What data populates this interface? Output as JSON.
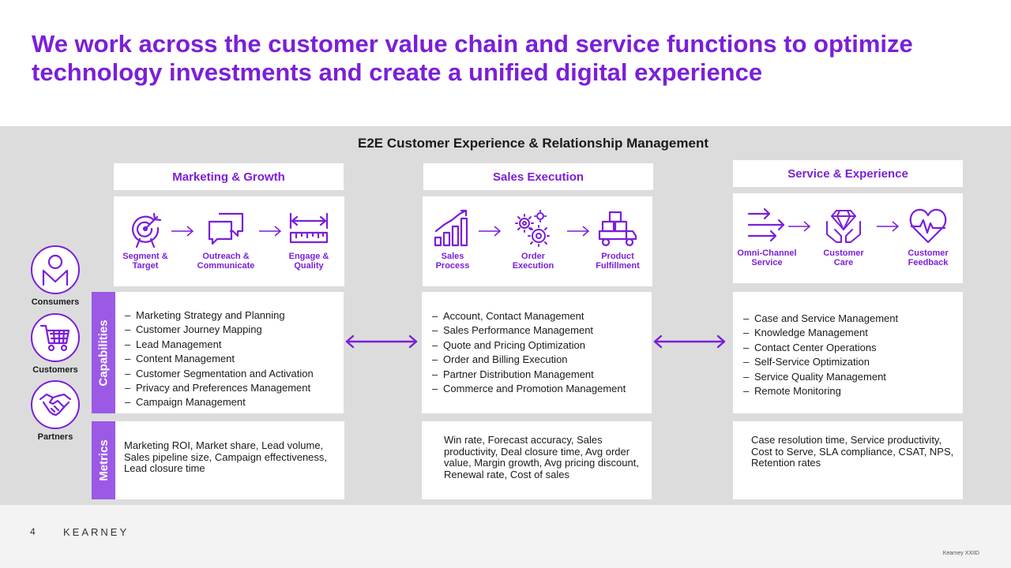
{
  "title": "We work across the customer value chain and service functions to optimize technology investments and create a unified digital experience",
  "band_title": "E2E Customer Experience & Relationship Management",
  "accent_color": "#7b1fd8",
  "label_color": "#9b59e6",
  "personas": [
    {
      "label": "Consumers",
      "icon": "consumer-person-icon"
    },
    {
      "label": "Customers",
      "icon": "shopping-cart-icon"
    },
    {
      "label": "Partners",
      "icon": "handshake-icon"
    }
  ],
  "row_labels": {
    "capabilities": "Capabilities",
    "metrics": "Metrics"
  },
  "columns": [
    {
      "header": "Marketing & Growth",
      "steps": [
        {
          "label": "Segment &\nTarget",
          "icon": "target-icon"
        },
        {
          "label": "Outreach &\nCommunicate",
          "icon": "chat-bubbles-icon"
        },
        {
          "label": "Engage &\nQuality",
          "icon": "ruler-measure-icon"
        }
      ],
      "capabilities": [
        "Marketing Strategy and Planning",
        "Customer Journey Mapping",
        "Lead Management",
        "Content Management",
        "Customer Segmentation and Activation",
        "Privacy and Preferences Management",
        "Campaign Management"
      ],
      "metrics": "Marketing ROI, Market share, Lead volume, Sales pipeline size, Campaign effectiveness, Lead closure time"
    },
    {
      "header": "Sales Execution",
      "steps": [
        {
          "label": "Sales\nProcess",
          "icon": "growth-bar-chart-icon"
        },
        {
          "label": "Order\nExecution",
          "icon": "gears-icon"
        },
        {
          "label": "Product\nFulfillment",
          "icon": "delivery-truck-icon"
        }
      ],
      "capabilities": [
        "Account, Contact Management",
        "Sales Performance Management",
        "Quote and Pricing Optimization",
        "Order and Billing Execution",
        "Partner Distribution Management",
        "Commerce and Promotion Management"
      ],
      "metrics": "Win rate, Forecast accuracy, Sales productivity, Deal closure time, Avg order value, Margin growth, Avg pricing discount, Renewal rate, Cost of sales"
    },
    {
      "header": "Service & Experience",
      "steps": [
        {
          "label": "Omni-Channel\nService",
          "icon": "multi-arrow-icon"
        },
        {
          "label": "Customer\nCare",
          "icon": "diamond-hands-icon"
        },
        {
          "label": "Customer\nFeedback",
          "icon": "heartbeat-icon"
        }
      ],
      "capabilities": [
        "Case and Service Management",
        "Knowledge Management",
        "Contact Center Operations",
        "Self-Service Optimization",
        "Service Quality Management",
        "Remote Monitoring"
      ],
      "metrics": "Case resolution time, Service productivity, Cost to Serve, SLA compliance, CSAT, NPS, Retention rates"
    }
  ],
  "footer": {
    "page_number": "4",
    "brand": "KEARNEY",
    "code": "Kearney XXIID"
  }
}
